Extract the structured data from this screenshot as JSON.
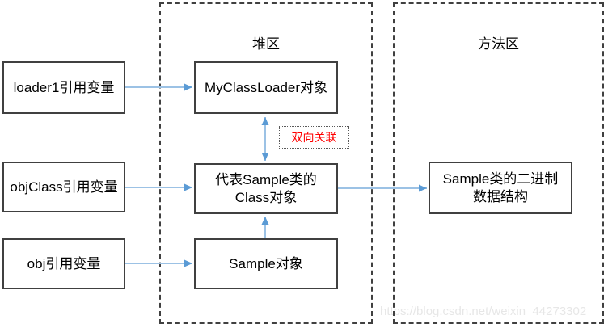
{
  "diagram": {
    "left_boxes": [
      {
        "label": "loader1引用变量"
      },
      {
        "label": "objClass引用变量"
      },
      {
        "label": "obj引用变量"
      }
    ],
    "heap": {
      "title": "堆区",
      "loader_box_label": "MyClassLoader对象",
      "class_box_line1": "代表Sample类的",
      "class_box_line2": "Class对象",
      "sample_box_label": "Sample对象"
    },
    "method_area": {
      "title": "方法区",
      "box_line1": "Sample类的二进制",
      "box_line2": "数据结构"
    },
    "annotation": {
      "label": "双向关联"
    },
    "watermark": "https://blog.csdn.net/weixin_44273302",
    "colors": {
      "arrow_shaft": "#9CC2E5",
      "arrow_head": "#5B9BD5",
      "box_border": "#404040",
      "annotation_text": "#FF0000"
    }
  }
}
